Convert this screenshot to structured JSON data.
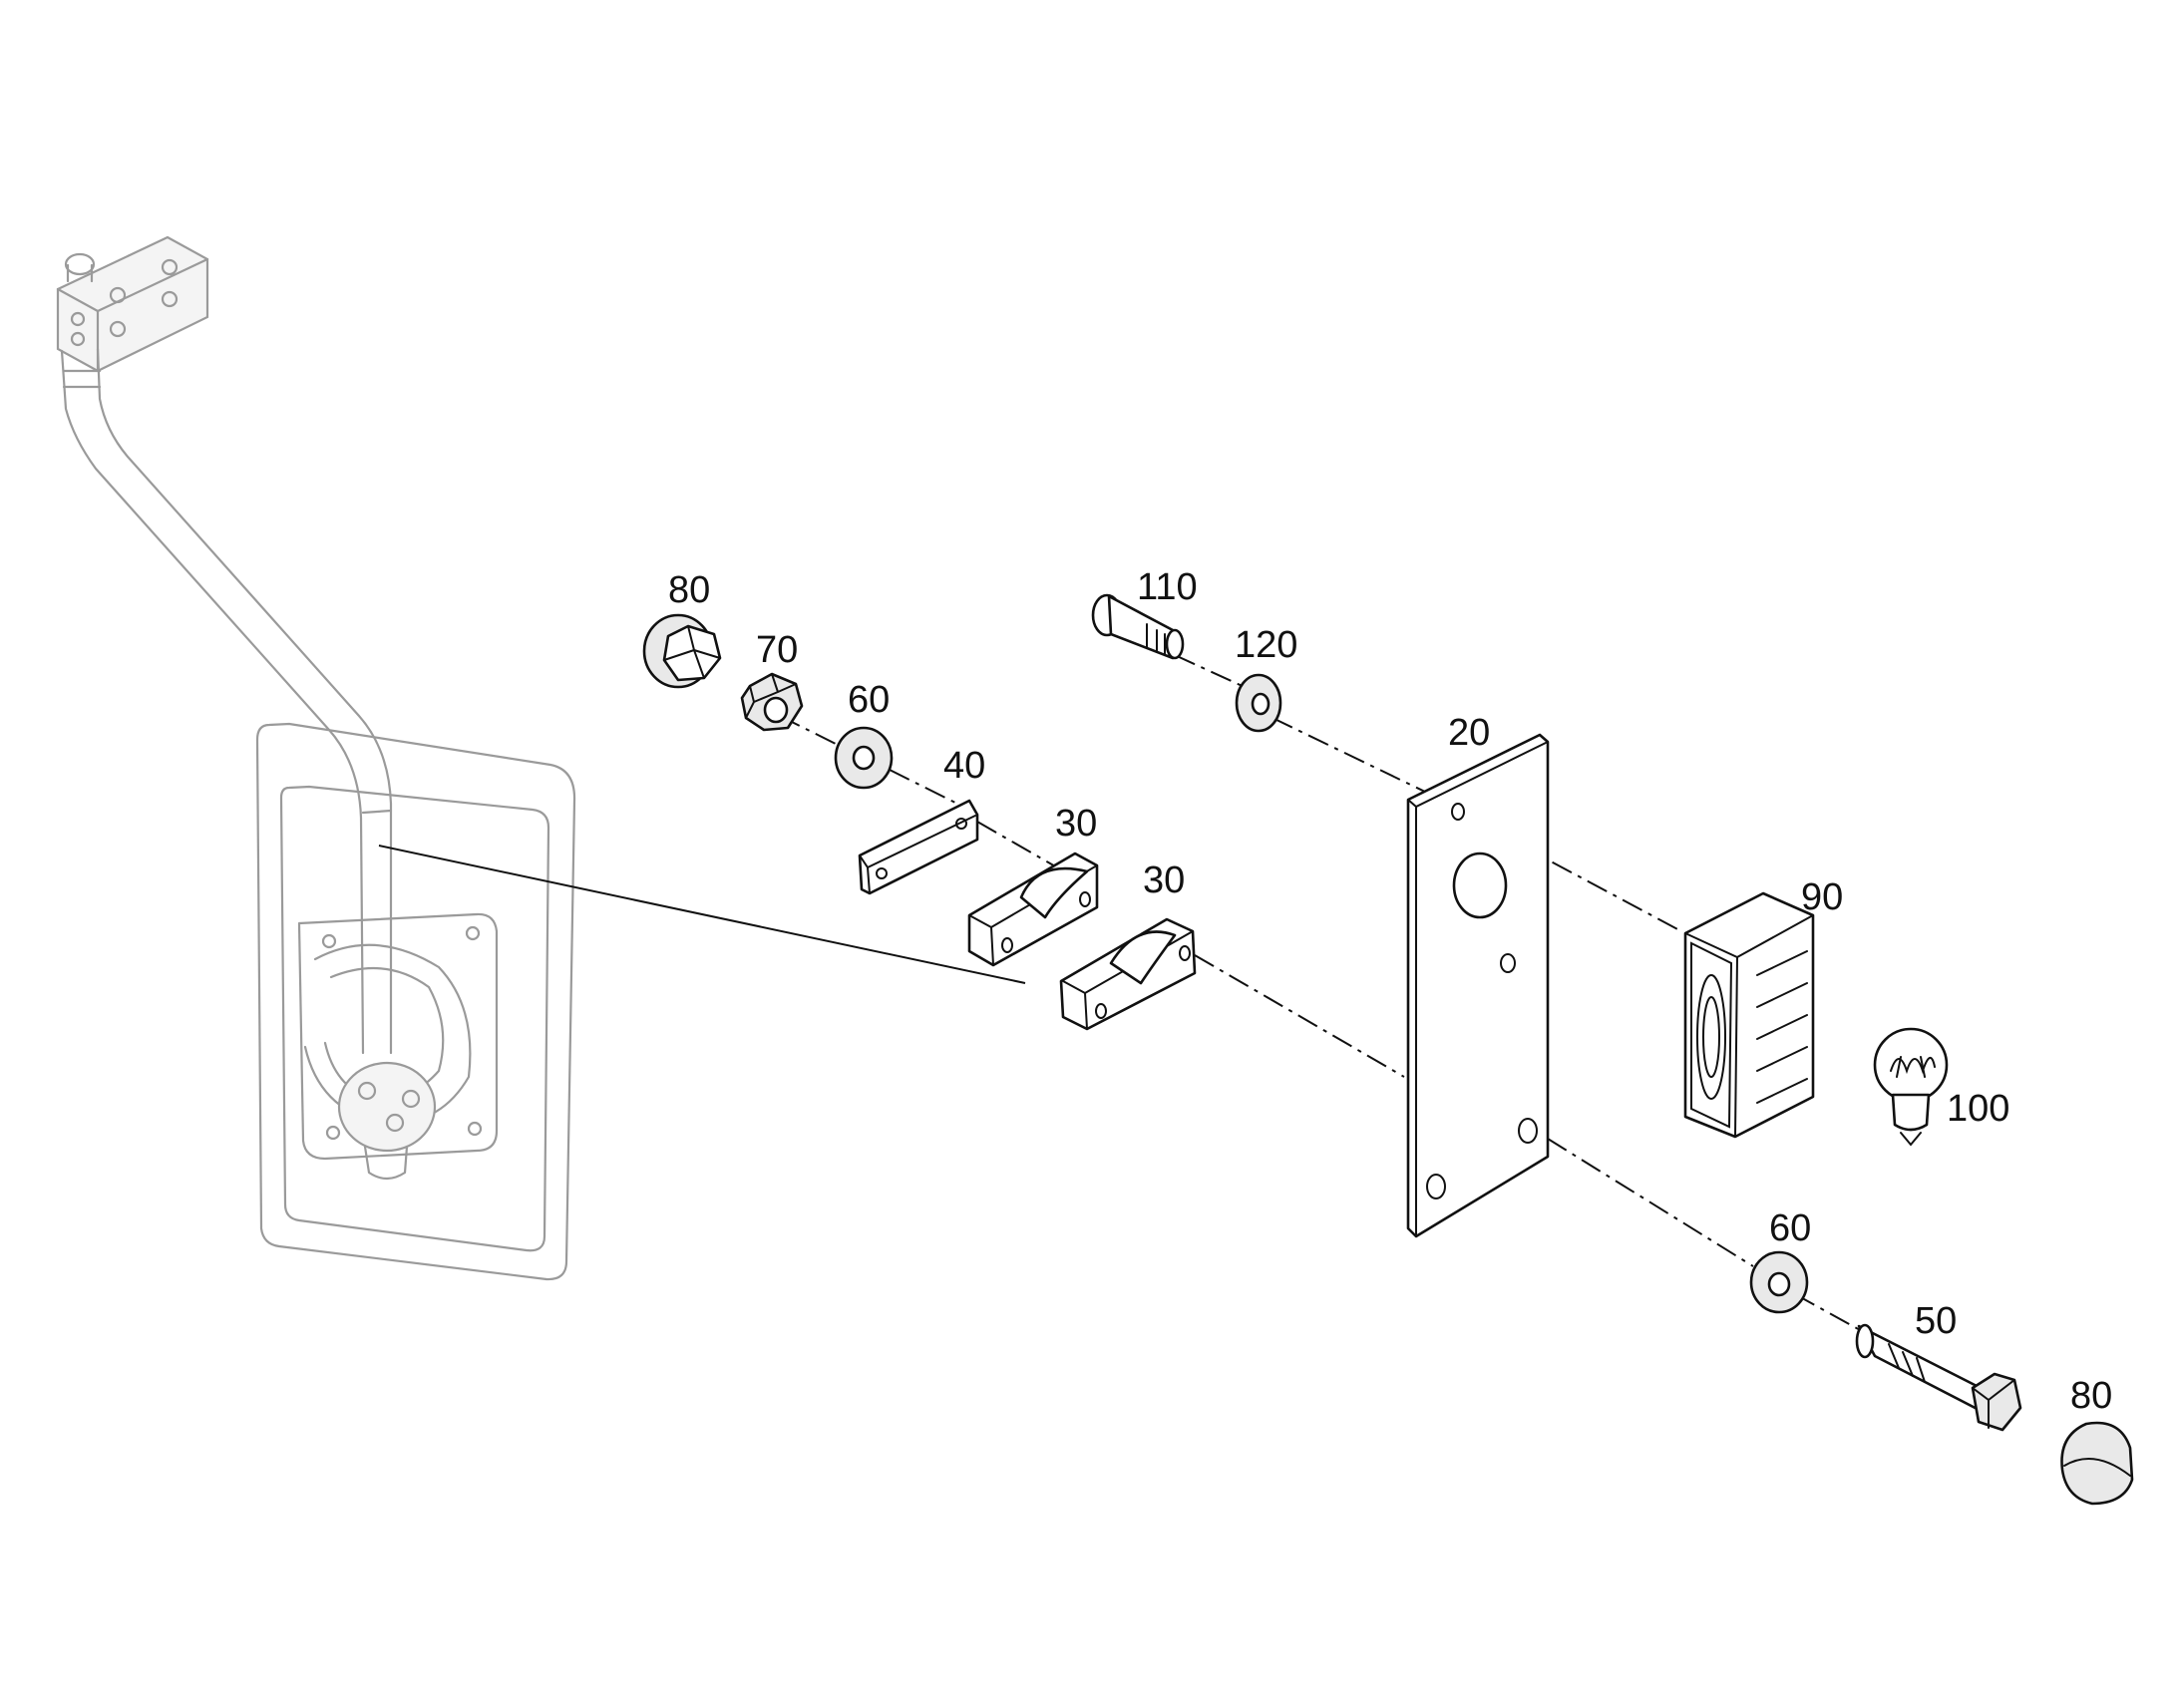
{
  "callouts": {
    "plate": "20",
    "clamp_a": "30",
    "clamp_b": "30",
    "strap": "40",
    "bolt": "50",
    "washer_upper": "60",
    "washer_lower": "60",
    "nut": "70",
    "cap_upper": "80",
    "cap_lower": "80",
    "lamp_housing": "90",
    "bulb": "100",
    "screw": "110",
    "lock_washer": "120"
  }
}
